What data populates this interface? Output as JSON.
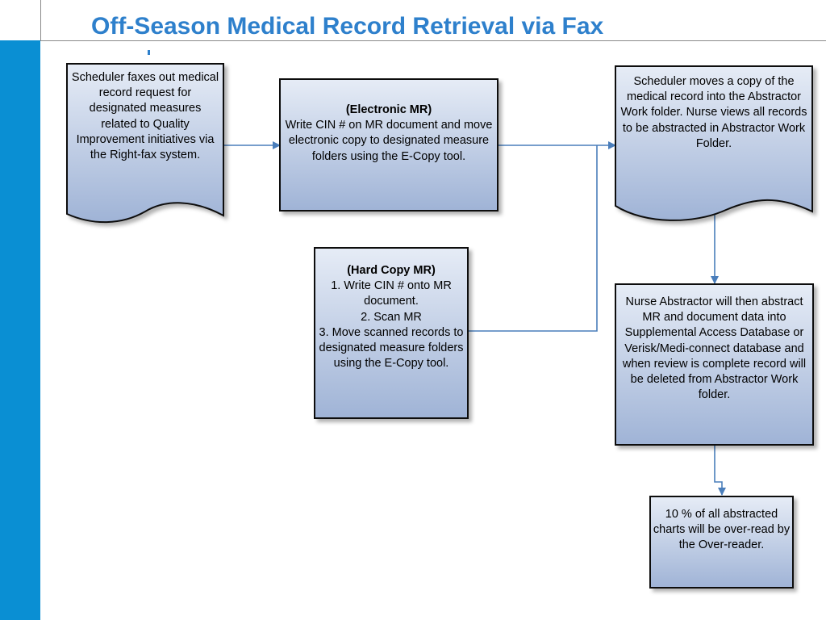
{
  "title": "Off-Season Medical Record Retrieval via Fax",
  "nodes": {
    "scheduler_fax": {
      "text": "Scheduler faxes out medical record request for designated measures related to Quality Improvement initiatives via the Right-fax system."
    },
    "electronic_mr": {
      "heading": "(Electronic MR)",
      "text": "Write CIN # on MR document and move electronic copy to designated measure folders using the E-Copy tool."
    },
    "hard_copy_mr": {
      "heading": "(Hard Copy MR)",
      "line1": "1. Write CIN # onto MR document.",
      "line2": "2. Scan MR",
      "line3": "3. Move scanned records to designated measure folders using the E-Copy tool."
    },
    "scheduler_moves": {
      "text": "Scheduler moves a copy of the medical record into the Abstractor Work folder. Nurse views all records to be abstracted in Abstractor Work Folder."
    },
    "nurse_abstractor": {
      "text": "Nurse Abstractor will then abstract MR and document data into Supplemental Access Database or Verisk/Medi-connect database and when review is complete record will be deleted from Abstractor Work folder."
    },
    "over_read": {
      "text": "10 %  of all abstracted charts will be over-read by the Over-reader."
    }
  },
  "colors": {
    "accent": "#0a8fd3",
    "title": "#2e80cc",
    "box_fill_top": "#e6ecf6",
    "box_fill_bottom": "#9fb3d6",
    "connector": "#4a7ebb"
  }
}
